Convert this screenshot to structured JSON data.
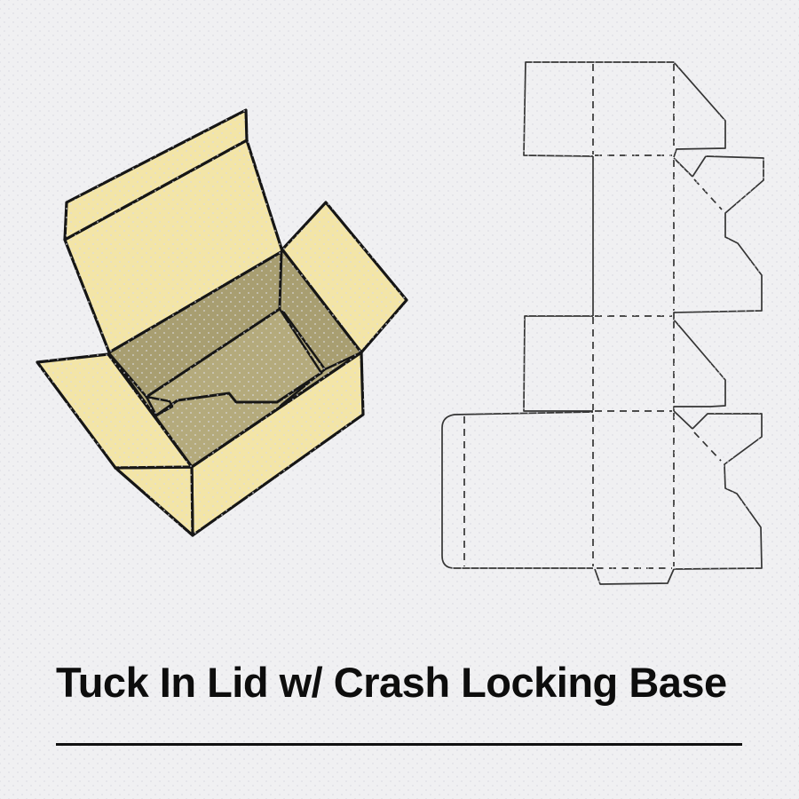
{
  "title": {
    "text": "Tuck In Lid w/ Crash Locking Base"
  },
  "figures": {
    "assembled_box": {
      "label": "assembled open box illustration"
    },
    "dieline": {
      "label": "flat dieline template diagram"
    }
  },
  "colors": {
    "page": "#f0f0f2",
    "dot": "#dcdce3",
    "cream": "#f3e5a7",
    "wall": "#a89e71",
    "floor": "#b4aa7c",
    "outline": "#161616",
    "dieline": "#353535",
    "text": "#0d0d0d",
    "rule": "#111111"
  }
}
